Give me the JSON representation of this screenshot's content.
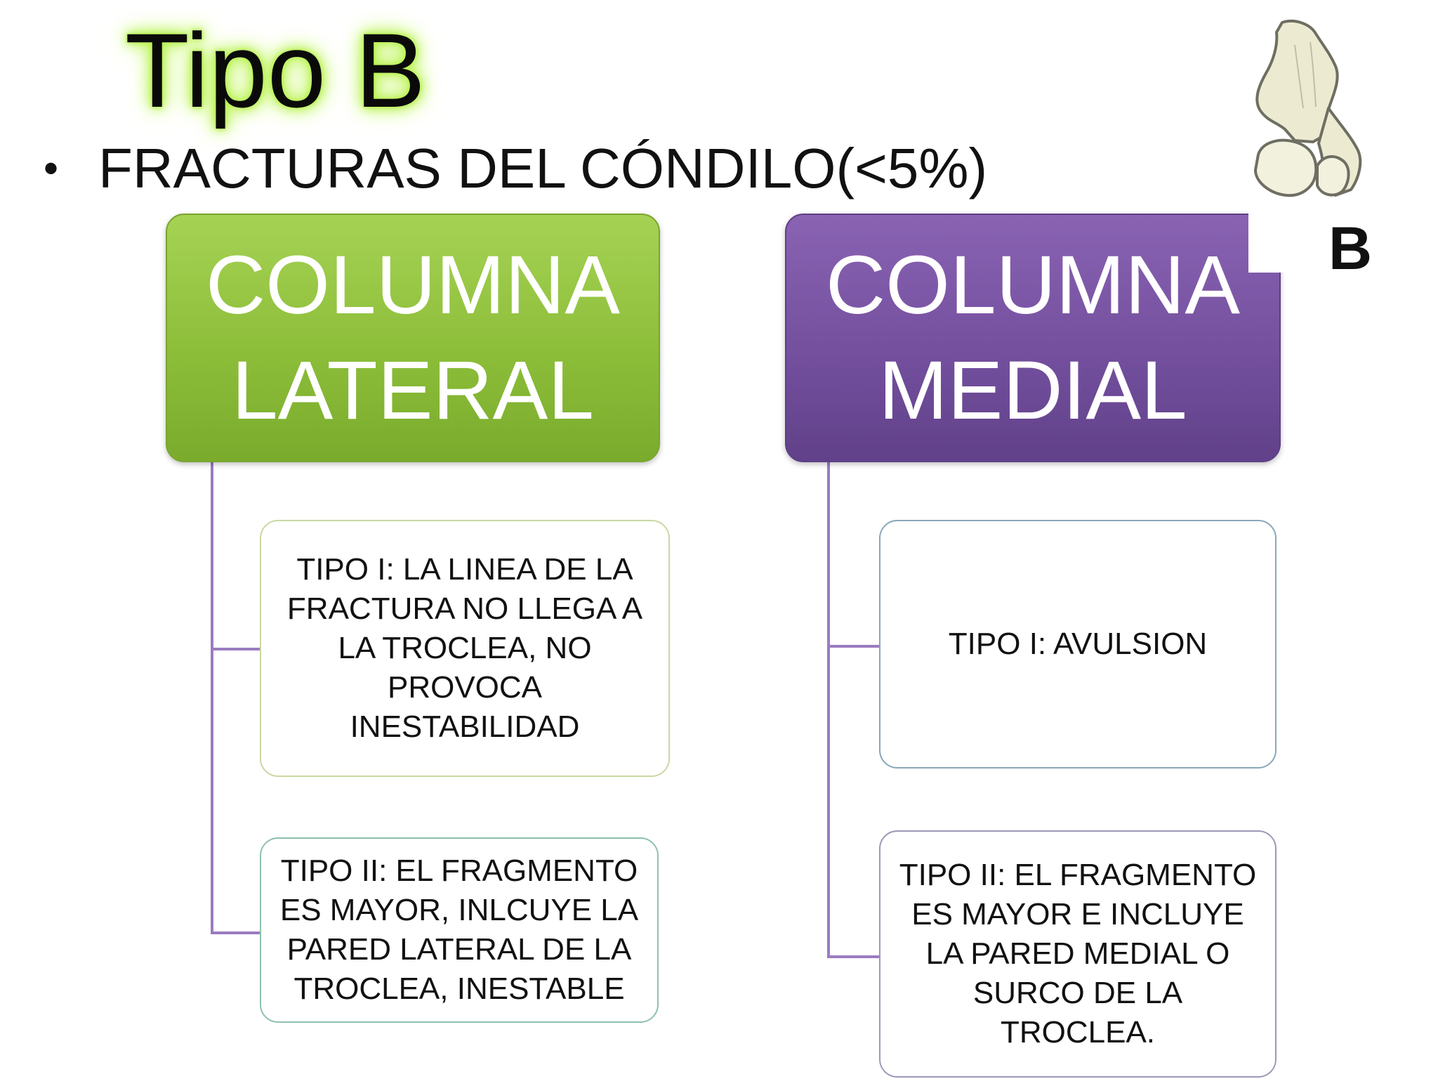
{
  "slide": {
    "title": "Tipo B",
    "bullet": "FRACTURAS DEL CÓNDILO(<5%)",
    "image_label": "B"
  },
  "columns": {
    "lateral": {
      "heading_line1": "COLUMNA",
      "heading_line2": "LATERAL",
      "color": "#8dbe3a",
      "items": [
        "TIPO I: LA LINEA DE LA FRACTURA NO LLEGA A LA TROCLEA, NO PROVOCA INESTABILIDAD",
        "TIPO II: EL FRAGMENTO ES MAYOR, INLCUYE LA PARED LATERAL DE LA TROCLEA, INESTABLE"
      ]
    },
    "medial": {
      "heading_line1": "COLUMNA",
      "heading_line2": "MEDIAL",
      "color": "#74509f",
      "items": [
        "TIPO I: AVULSION",
        "TIPO II: EL FRAGMENTO ES MAYOR E INCLUYE LA PARED MEDIAL O SURCO DE LA TROCLEA."
      ]
    }
  },
  "colors": {
    "connector": "#9a7cc0",
    "title_glow": "#b6f24a"
  }
}
